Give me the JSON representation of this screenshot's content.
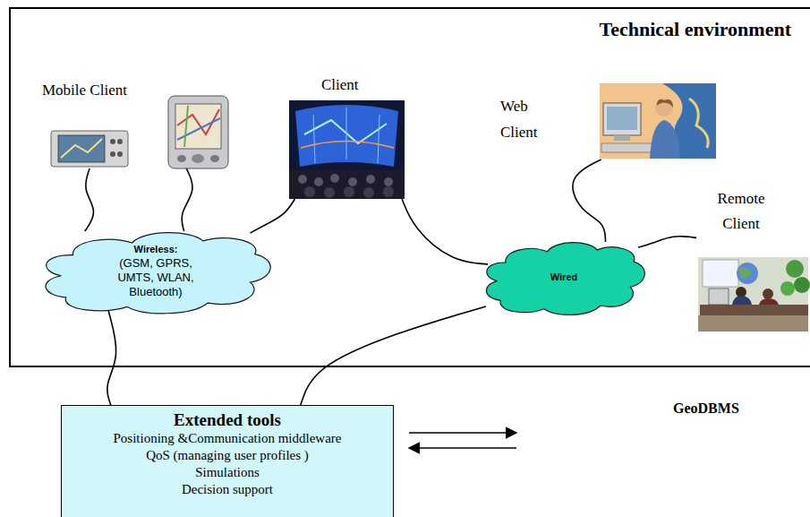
{
  "diagram": {
    "nodes": [
      {
        "text": [
          "Technical environment"
        ]
      },
      {
        "text": [
          "Mobile Client"
        ],
        "in": 0
      },
      {
        "text": [
          "Client"
        ],
        "in": 0
      },
      {
        "text": [
          "Web Client"
        ],
        "in": 0
      },
      {
        "text": [
          "Remote Client"
        ],
        "in": 0
      },
      {
        "text": [
          "Wireless:",
          "(GSM, GPRS, UMTS, WLAN, Bluetooth)"
        ],
        "in": 0
      },
      {
        "text": [
          "Wired"
        ],
        "in": 0
      },
      {
        "text": [
          "Extended tools",
          "Positioning &Communication middleware",
          "QoS (managing user profiles )",
          "Simulations",
          "Decision support"
        ]
      }
    ],
    "edges": [
      {
        "from": 1,
        "to": 5,
        "arrow": "none"
      },
      {
        "from": 1,
        "to": 5,
        "arrow": "none"
      },
      {
        "from": 2,
        "to": 5,
        "arrow": "none"
      },
      {
        "from": 2,
        "to": 6,
        "arrow": "none"
      },
      {
        "from": 3,
        "to": 6,
        "arrow": "none"
      },
      {
        "from": 4,
        "to": 6,
        "arrow": "none"
      },
      {
        "from": 5,
        "to": 7,
        "arrow": "none"
      },
      {
        "from": 6,
        "to": 7,
        "arrow": "none"
      }
    ],
    "labels": [
      "GeoDBMS"
    ]
  }
}
